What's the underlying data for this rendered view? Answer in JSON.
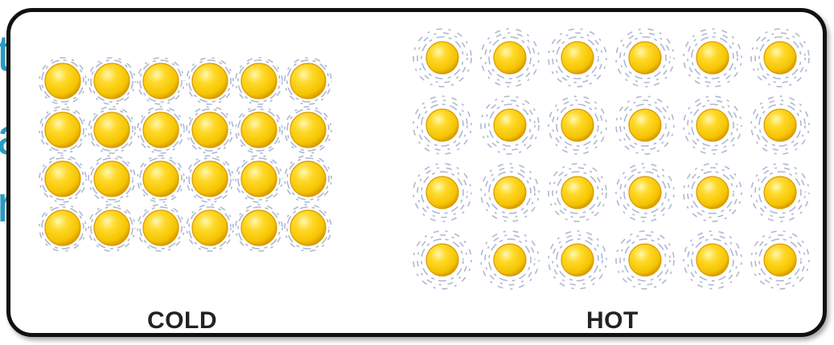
{
  "background_text": [
    "t",
    "a",
    "r"
  ],
  "labels": {
    "cold": "COLD",
    "hot": "HOT"
  },
  "groups": {
    "cold": {
      "rows": 4,
      "columns": 6
    },
    "hot": {
      "rows": 4,
      "columns": 6
    }
  },
  "colors": {
    "background_text": "#2a9bc4",
    "particle": "#f5c400",
    "particle_highlight": "#fff7b0",
    "particle_edge": "#d89a00",
    "vibration_rings": "#9aa6c8",
    "frame_border": "#111111"
  }
}
